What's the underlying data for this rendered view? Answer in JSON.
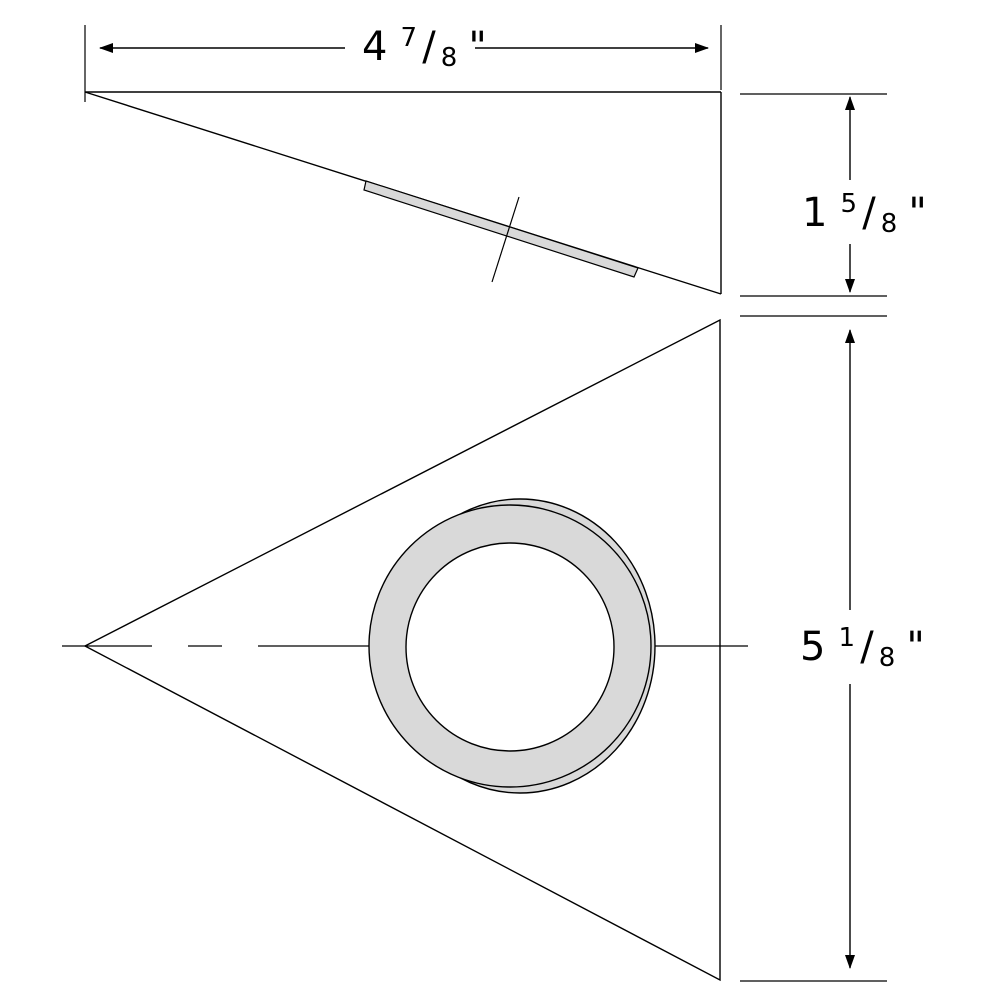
{
  "dimensions": {
    "width": {
      "whole": "4",
      "numerator": "7",
      "slash": "/",
      "denominator": "8",
      "unit": "\""
    },
    "height": {
      "whole": "1",
      "numerator": "5",
      "slash": "/",
      "denominator": "8",
      "unit": "\""
    },
    "length": {
      "whole": "5",
      "numerator": "1",
      "slash": "/",
      "denominator": "8",
      "unit": "\""
    }
  },
  "colors": {
    "stroke": "#000000",
    "fill_gray": "#d9d9d9",
    "background": "#ffffff"
  }
}
